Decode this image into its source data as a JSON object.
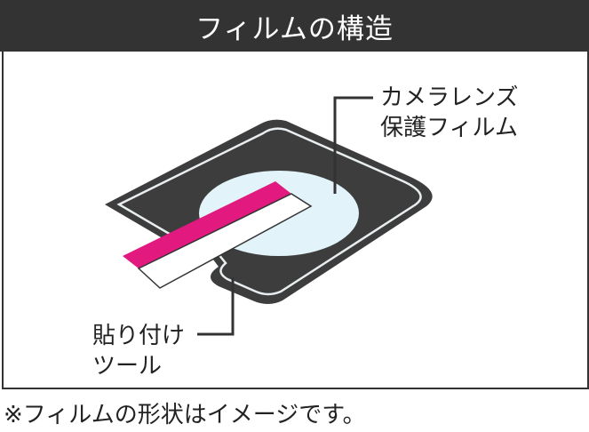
{
  "title": "フィルムの構造",
  "labels": {
    "camera_film": [
      "カメラレンズ",
      "保護フィルム"
    ],
    "applicator": [
      "貼り付け",
      "ツール"
    ]
  },
  "footnote": "※フィルムの形状はイメージです。",
  "colors": {
    "header_bg": "#333333",
    "film_body": "#3d3d3d",
    "lens_area": "#e3f3fa",
    "tool_stripe": "#e2197f"
  }
}
